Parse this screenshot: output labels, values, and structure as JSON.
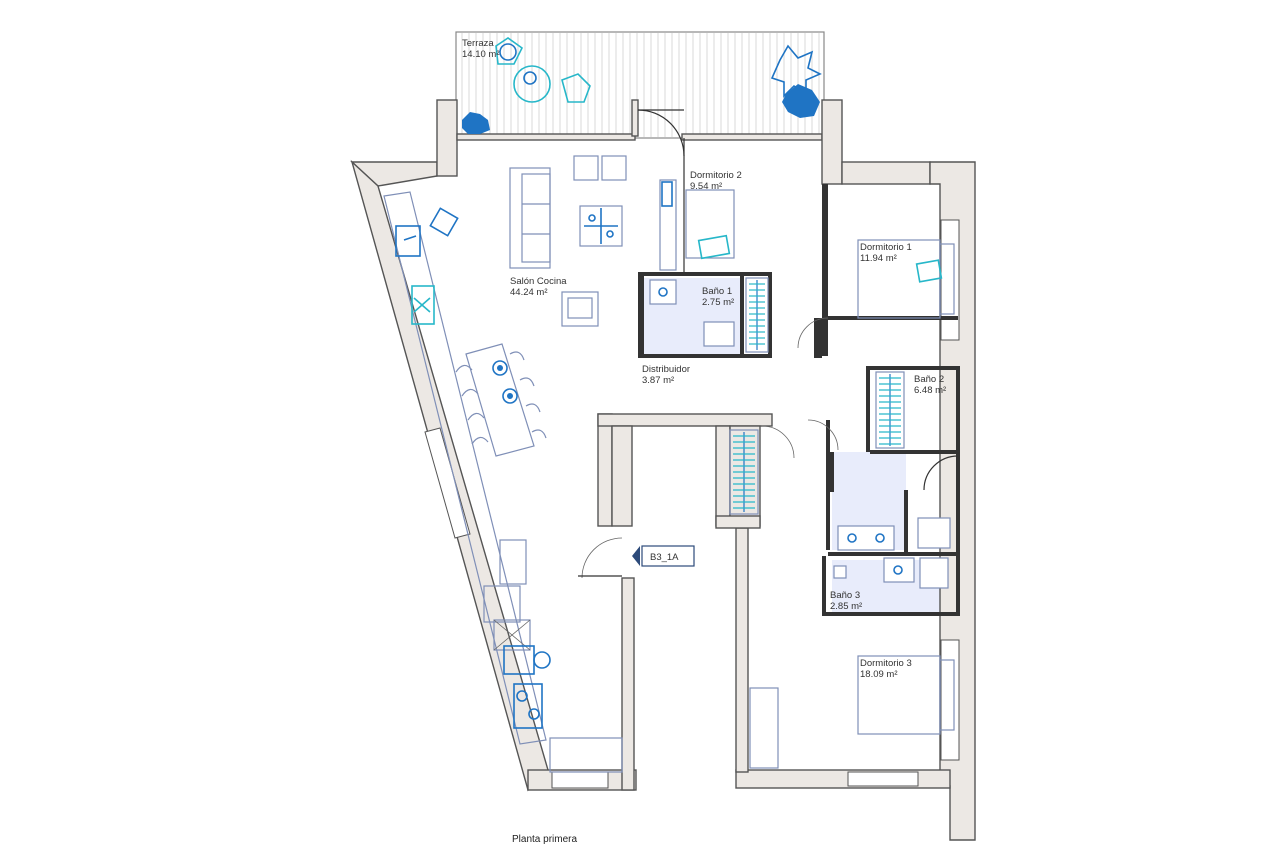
{
  "caption": "Planta primera",
  "unit_tag": "B3_1A",
  "rooms": [
    {
      "id": "terraza",
      "name": "Terraza",
      "area": "14.10 m²"
    },
    {
      "id": "salon",
      "name": "Salón Cocina",
      "area": "44.24 m²"
    },
    {
      "id": "dorm2",
      "name": "Dormitorio 2",
      "area": "9.54 m²"
    },
    {
      "id": "bano1",
      "name": "Baño 1",
      "area": "2.75 m²"
    },
    {
      "id": "distribuidor",
      "name": "Distribuidor",
      "area": "3.87 m²"
    },
    {
      "id": "dorm1",
      "name": "Dormitorio 1",
      "area": "11.94 m²"
    },
    {
      "id": "bano2",
      "name": "Baño 2",
      "area": "6.48 m²"
    },
    {
      "id": "bano3",
      "name": "Baño 3",
      "area": "2.85 m²"
    },
    {
      "id": "dorm3",
      "name": "Dormitorio 3",
      "area": "18.09 m²"
    }
  ]
}
